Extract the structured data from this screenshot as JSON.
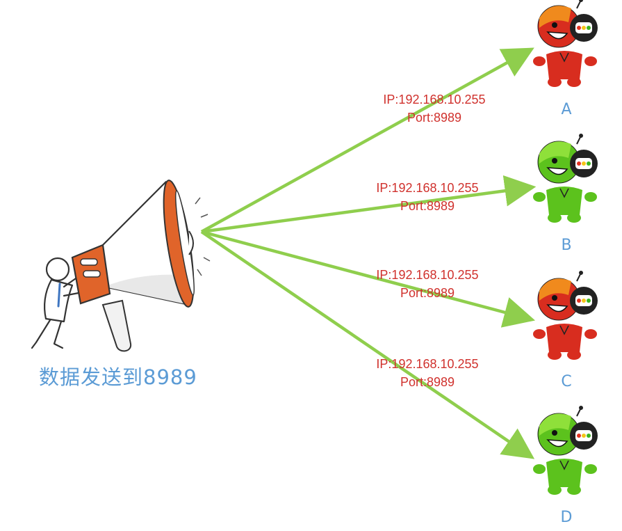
{
  "caption": "数据发送到8989",
  "colors": {
    "arrow": "#8fce4d",
    "text_red": "#d0312d",
    "label_blue": "#5b9bd5",
    "speaker_orange": "#e0642a",
    "robot_red": "#d82d1f",
    "robot_green": "#5cc21d"
  },
  "receivers": [
    {
      "label": "A",
      "color": "red",
      "packet": {
        "ip": "IP:192.168.10.255",
        "port": "Port:8989"
      }
    },
    {
      "label": "B",
      "color": "green",
      "packet": {
        "ip": "IP:192.168.10.255",
        "port": "Port:8989"
      }
    },
    {
      "label": "C",
      "color": "red",
      "packet": {
        "ip": "IP:192.168.10.255",
        "port": "Port:8989"
      }
    },
    {
      "label": "D",
      "color": "green",
      "packet": {
        "ip": "IP:192.168.10.255",
        "port": "Port:8989"
      }
    }
  ]
}
